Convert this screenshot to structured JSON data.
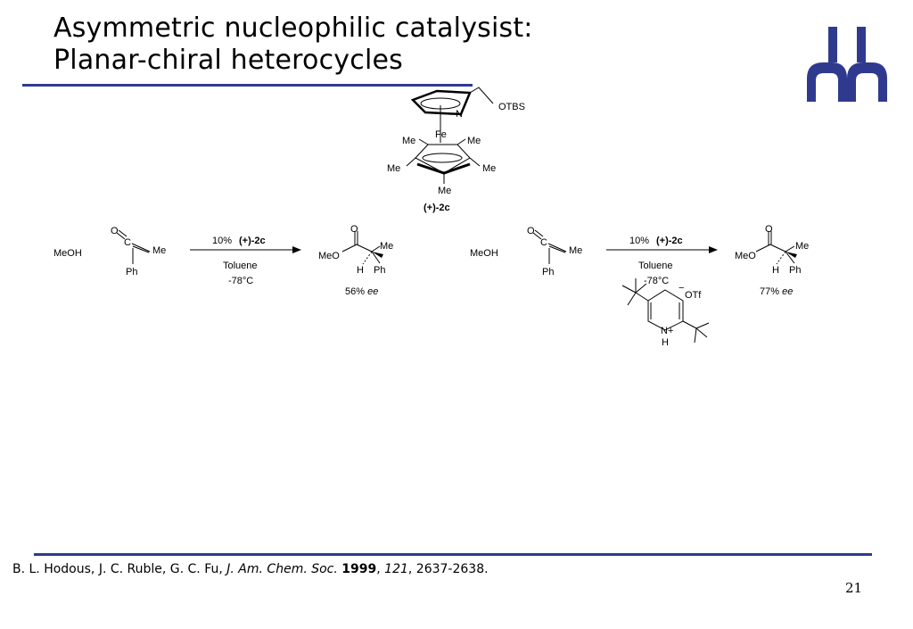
{
  "slide": {
    "title_line1": "Asymmetric nucleophilic catalysist:",
    "title_line2": "Planar-chiral heterocycles",
    "page_number": "21"
  },
  "citation": {
    "authors": "B. L. Hodous, J. C. Ruble, G. C. Fu, ",
    "journal": "J. Am. Chem. Soc.",
    "year": "1999",
    "volume": "121",
    "pages": ", 2637-2638."
  },
  "catalyst": {
    "n_label": "N",
    "otbs": "OTBS",
    "fe": "Fe",
    "me": "Me",
    "name": "(+)-2c"
  },
  "reaction1": {
    "reagent": "MeOH",
    "o": "O",
    "c": "C",
    "me": "Me",
    "ph": "Ph",
    "cat_pct": "10%",
    "cat_name": "(+)-2c",
    "solvent": "Toluene",
    "temp": "-78°C",
    "prod_o": "O",
    "prod_meo": "MeO",
    "prod_me": "Me",
    "prod_h": "H",
    "prod_ph": "Ph",
    "ee_value": "56%",
    "ee_label": "ee"
  },
  "reaction2": {
    "reagent": "MeOH",
    "o": "O",
    "c": "C",
    "me": "Me",
    "ph": "Ph",
    "cat_pct": "10%",
    "cat_name": "(+)-2c",
    "solvent": "Toluene",
    "temp": "-78°C",
    "additive_anion": "OTf",
    "additive_n": "N+",
    "additive_h": "H",
    "prod_o": "O",
    "prod_meo": "MeO",
    "prod_me": "Me",
    "prod_h": "H",
    "prod_ph": "Ph",
    "ee_value": "77%",
    "ee_label": "ee"
  },
  "colors": {
    "rule": "#2f3a8f",
    "logo": "#2f3a8f"
  }
}
